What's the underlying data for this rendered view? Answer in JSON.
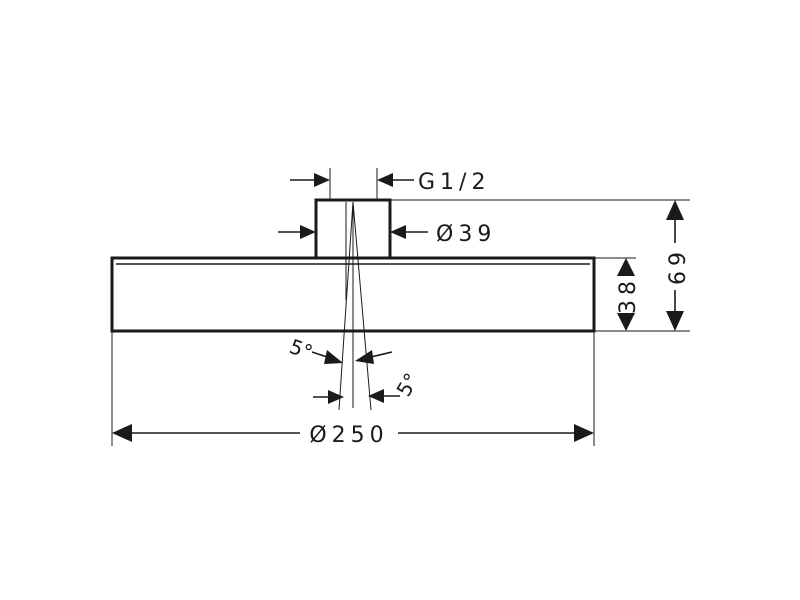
{
  "drawing": {
    "dimensions": {
      "thread": "G1/2",
      "connector_diameter": "Ø39",
      "body_height": "38",
      "total_height": "69",
      "head_diameter": "Ø250",
      "tilt_left": "5°",
      "tilt_right": "5°"
    }
  }
}
